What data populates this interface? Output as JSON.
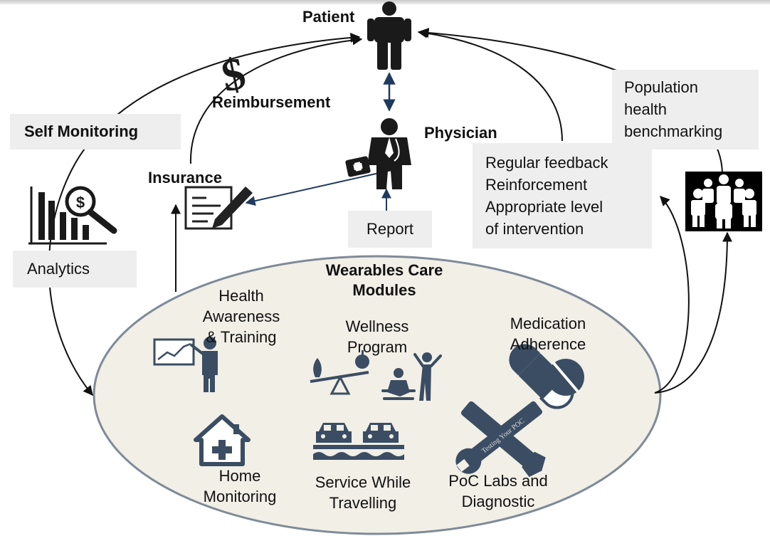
{
  "patient": "Patient",
  "physician": "Physician",
  "reimbursement": "Reimbursement",
  "self_monitoring": "Self Monitoring",
  "insurance": "Insurance",
  "analytics": "Analytics",
  "report": "Report",
  "population_benchmarking": {
    "line1": "Population",
    "line2": "health",
    "line3": "benchmarking"
  },
  "feedback": {
    "line1": "Regular feedback",
    "line2": "Reinforcement",
    "line3": "Appropriate level",
    "line4": "of intervention"
  },
  "modules": {
    "title_line1": "Wearables Care",
    "title_line2": "Modules",
    "health_awareness": {
      "line1": "Health",
      "line2": "Awareness",
      "line3": "& Training"
    },
    "wellness": {
      "line1": "Wellness",
      "line2": "Program"
    },
    "medication": {
      "line1": "Medication",
      "line2": "Adherence"
    },
    "home": {
      "line1": "Home",
      "line2": "Monitoring"
    },
    "travel": {
      "line1": "Service While",
      "line2": "Travelling"
    },
    "poc": {
      "line1": "PoC Labs and",
      "line2": "Diagnostic",
      "tool_text": "Testing Your POC"
    }
  },
  "colors": {
    "icon_dark": "#1a1a1a",
    "icon_blue": "#3b4d63",
    "arrow_blue": "#1f3a5f",
    "ellipse_fill": "#f1efe6",
    "ellipse_stroke": "#7f8a98",
    "label_box": "#eeeeee"
  }
}
